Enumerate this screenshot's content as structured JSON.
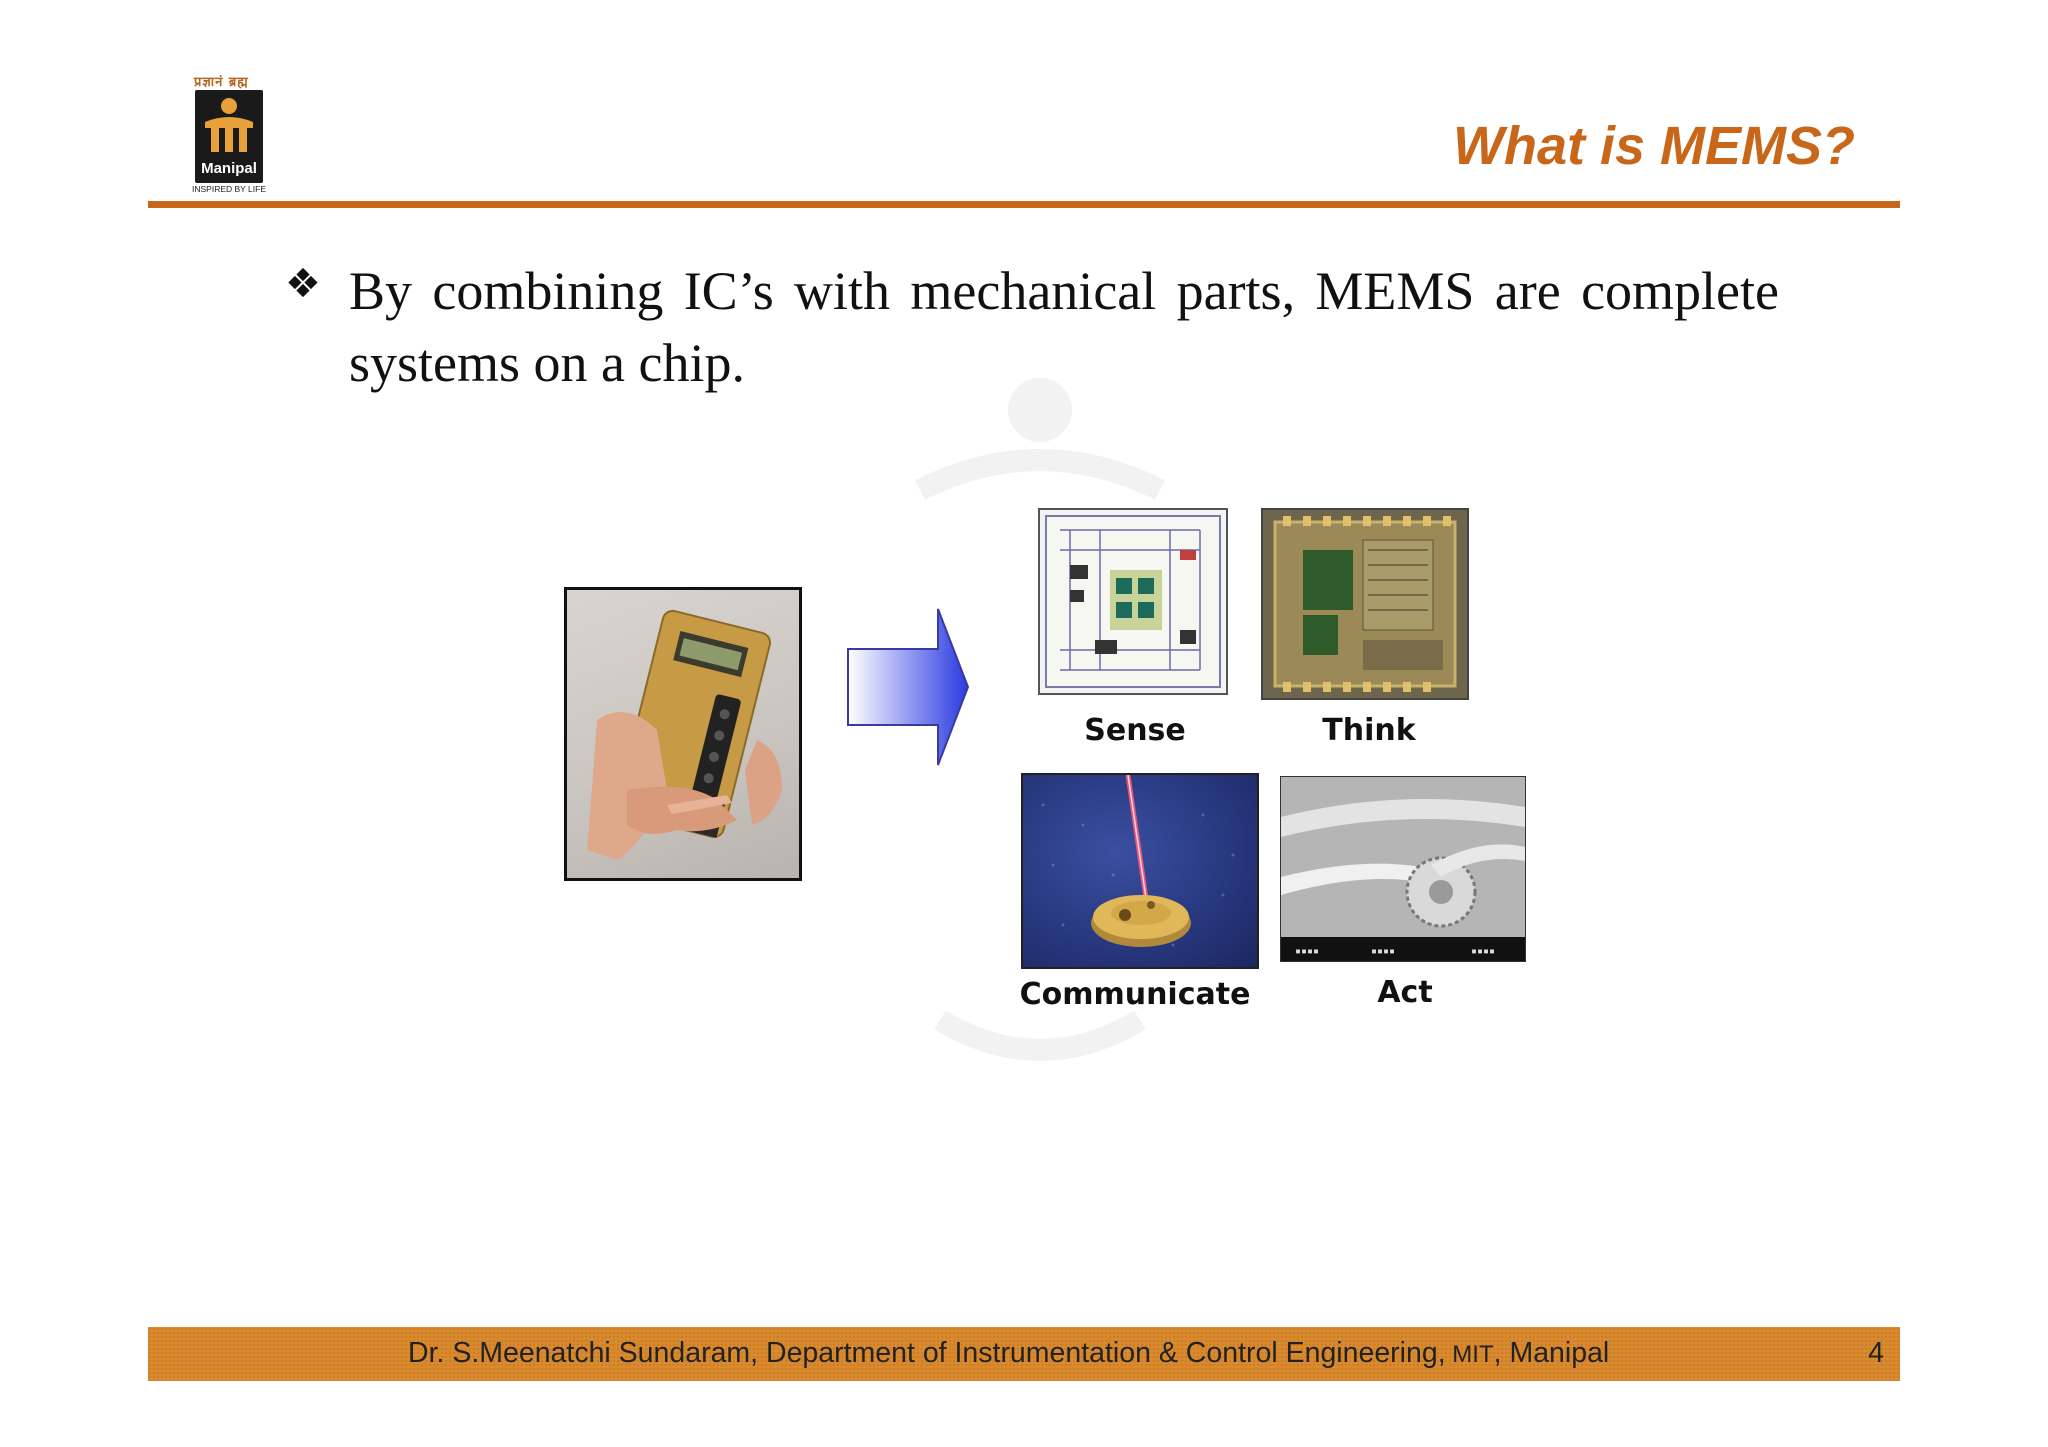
{
  "header": {
    "logo_top_text": "प्रज्ञानं ब्रह्म",
    "logo_name": "Manipal",
    "logo_tagline": "INSPIRED BY LIFE",
    "title": "What is MEMS?"
  },
  "colors": {
    "accent": "#c8661a",
    "footer_bg": "#d98a2e",
    "text": "#111111"
  },
  "content": {
    "bullet_icon": "diamond-bullet-icon",
    "bullet_text": "By combining IC’s with mechanical parts, MEMS are complete systems on a chip."
  },
  "figure": {
    "tiles": [
      {
        "label": "Sense"
      },
      {
        "label": "Think"
      },
      {
        "label": "Communicate"
      },
      {
        "label": "Act"
      }
    ]
  },
  "footer": {
    "text_before": "Dr. S.Meenatchi Sundaram, Department of Instrumentation & Control Engineering,",
    "text_small": " MIT",
    "text_after": ", Manipal",
    "page_number": "4"
  }
}
